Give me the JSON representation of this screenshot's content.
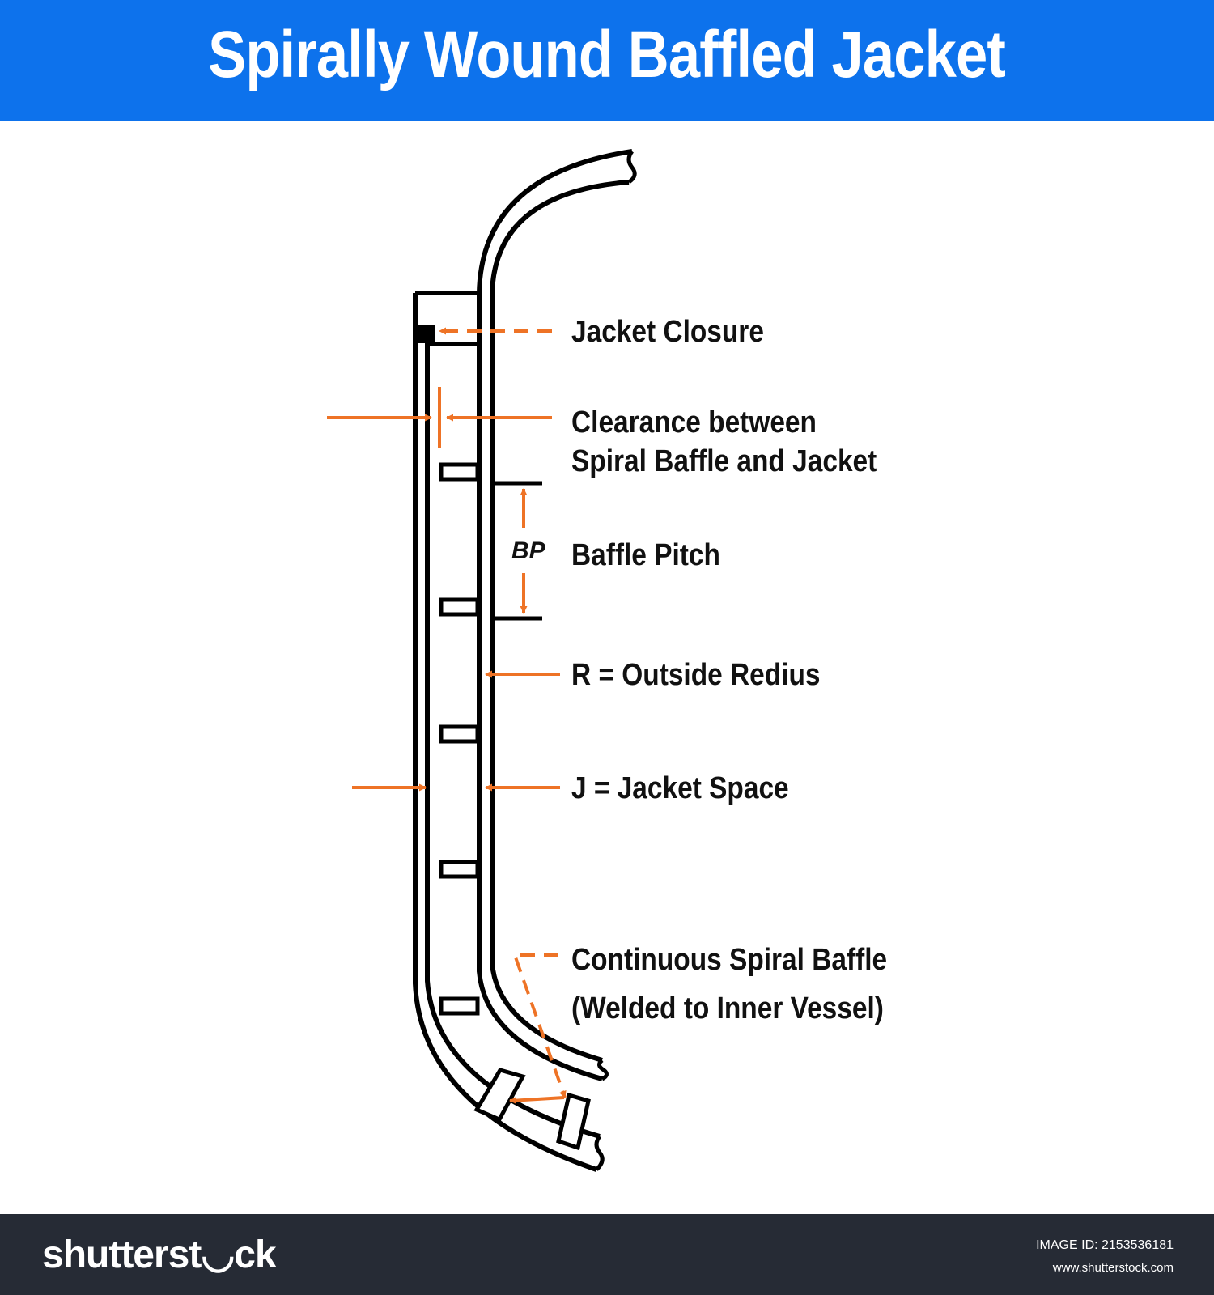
{
  "header": {
    "title": "Spirally Wound Baffled Jacket"
  },
  "diagram": {
    "labels": {
      "jacket_closure": "Jacket Closure",
      "clearance_line1": "Clearance between",
      "clearance_line2": "Spiral Baffle and Jacket",
      "bp": "BP",
      "baffle_pitch": "Baffle Pitch",
      "outside_radius": "R = Outside Redius",
      "jacket_space": "J = Jacket Space",
      "spiral_baffle_line1": "Continuous Spiral Baffle",
      "spiral_baffle_line2": "(Welded to Inner Vessel)"
    },
    "colors": {
      "line": "#000000",
      "arrow": "#ee7326",
      "title_bar": "#0d72ec",
      "footer": "#262b35"
    }
  },
  "footer": {
    "brand": "shutterst◡ck",
    "image_id": "IMAGE ID: 2153536181",
    "site": "www.shutterstock.com"
  }
}
